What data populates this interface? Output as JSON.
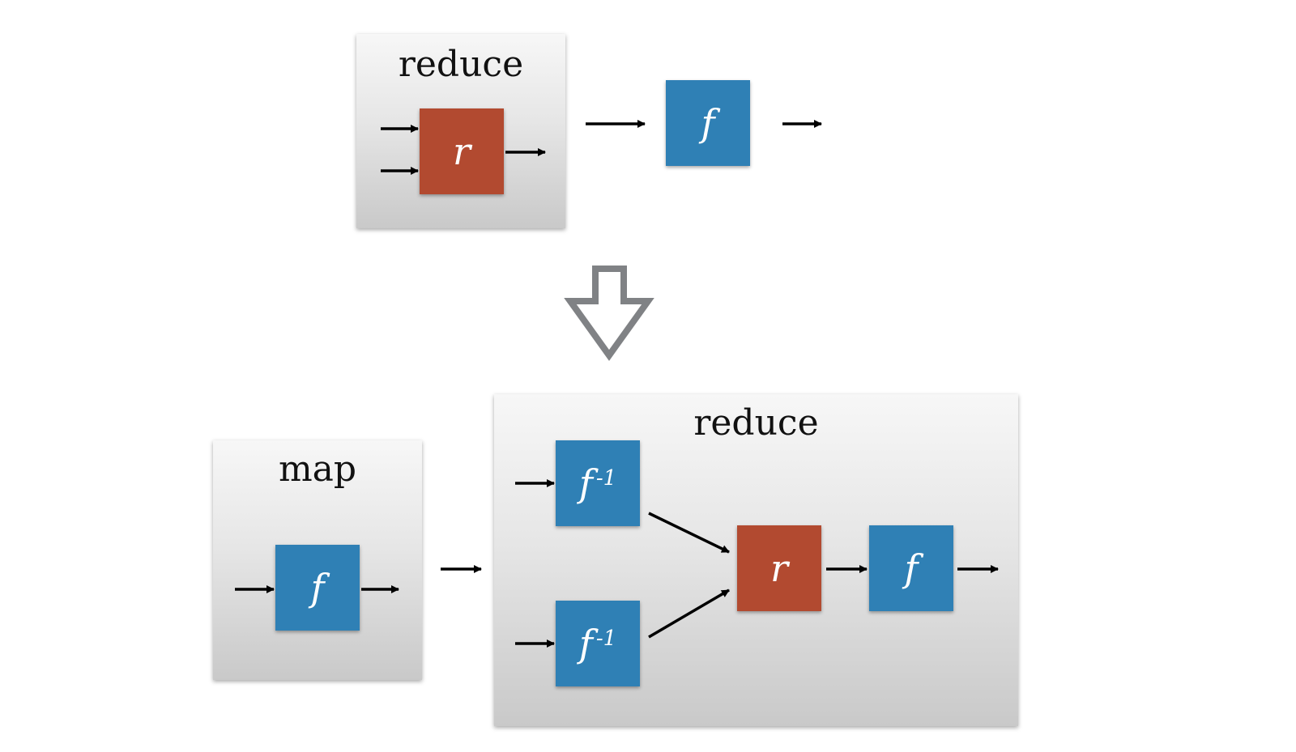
{
  "top": {
    "reduce_panel": {
      "title": "reduce",
      "block": {
        "symbol": "r",
        "color": "#b24a30"
      }
    },
    "outer_block": {
      "symbol": "f",
      "color": "#2f80b5"
    }
  },
  "transform_arrow": {
    "icon": "hollow-down-arrow-icon",
    "color": "#808285"
  },
  "bottom": {
    "map_panel": {
      "title": "map",
      "block": {
        "symbol": "f",
        "color": "#2f80b5"
      }
    },
    "reduce_panel": {
      "title": "reduce",
      "inverse_top": {
        "symbol": "f",
        "exponent": "-1"
      },
      "inverse_bottom": {
        "symbol": "f",
        "exponent": "-1"
      },
      "combiner": {
        "symbol": "r",
        "color": "#b24a30"
      },
      "finalizer": {
        "symbol": "f",
        "color": "#2f80b5"
      }
    }
  }
}
